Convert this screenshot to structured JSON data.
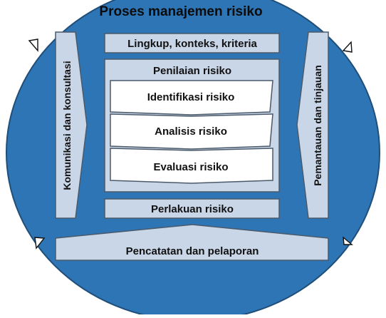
{
  "diagram": {
    "title": "Proses manajemen risiko",
    "scope": "Lingkup, konteks, kriteria",
    "assessment": {
      "label": "Penilaian risiko",
      "steps": [
        "Identifikasi risiko",
        "Analisis risiko",
        "Evaluasi risiko"
      ]
    },
    "treatment": "Perlakuan risiko",
    "left_side": "Komunikasi dan konsultasi",
    "right_side": "Pemantauan dan tinjauan",
    "bottom": "Pencatatan dan pelaporan"
  },
  "colors": {
    "circle": "#2e75b6",
    "circle_outline": "#1f4e79",
    "panel": "#c9d6e8",
    "step_fill": "#ffffff",
    "border": "#4a5a6a",
    "text": "#111111"
  }
}
